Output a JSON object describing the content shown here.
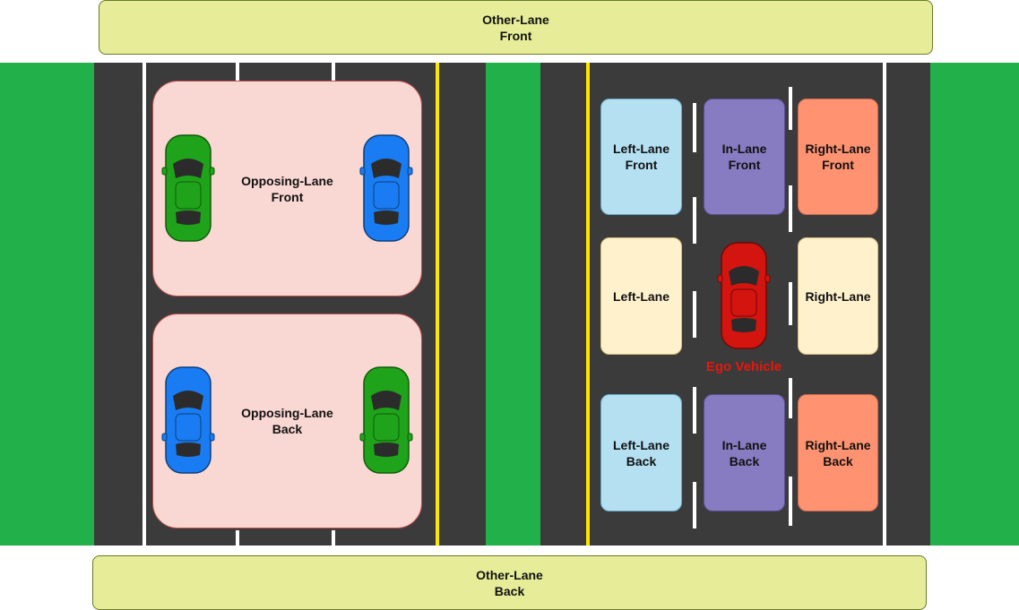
{
  "banners": {
    "top": "Other-Lane\nFront",
    "bottom": "Other-Lane\nBack"
  },
  "opposing": {
    "front": "Opposing-Lane\nFront",
    "back": "Opposing-Lane\nBack"
  },
  "ego_lanes": {
    "left_front": "Left-Lane\nFront",
    "in_front": "In-Lane\nFront",
    "right_front": "Right-Lane\nFront",
    "left": "Left-Lane",
    "right": "Right-Lane",
    "left_back": "Left-Lane\nBack",
    "in_back": "In-Lane\nBack",
    "right_back": "Right-Lane\nBack"
  },
  "ego_label": "Ego Vehicle",
  "colors": {
    "grass": "#22b04b",
    "asphalt": "#3b3b3b",
    "center_line": "#ffe600",
    "car_green": "#1fa31a",
    "car_blue": "#1a7cf2",
    "car_red": "#d4140f",
    "ego_label": "#e8160c"
  }
}
